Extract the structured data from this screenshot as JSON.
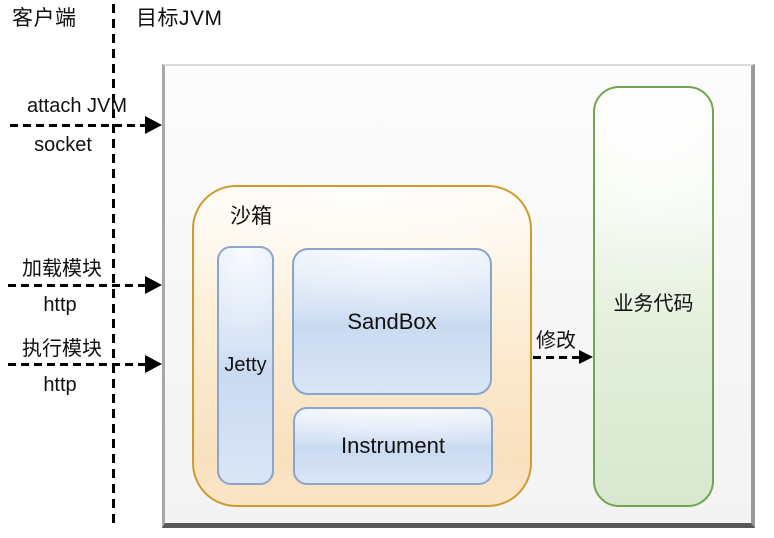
{
  "header": {
    "client": "客户端",
    "target_jvm": "目标JVM"
  },
  "client_calls": [
    {
      "title": "attach JVM",
      "protocol": "socket"
    },
    {
      "title": "加载模块",
      "protocol": "http"
    },
    {
      "title": "执行模块",
      "protocol": "http"
    }
  ],
  "sandbox": {
    "label": "沙箱",
    "jetty_label": "Jetty",
    "sandbox_label": "SandBox",
    "instrument_label": "Instrument"
  },
  "modify": {
    "label": "修改"
  },
  "business": {
    "label": "业务代码"
  },
  "colors": {
    "sandbox_border": "#cf9a2e",
    "sandbox_fill": "#fae5c5",
    "module_border": "#8ba6cc",
    "module_fill": "#d9e5f6",
    "business_border": "#6fa64e",
    "business_fill": "#d8e8cf",
    "frame_shadow": "#58585a",
    "arrow": "#000000"
  }
}
